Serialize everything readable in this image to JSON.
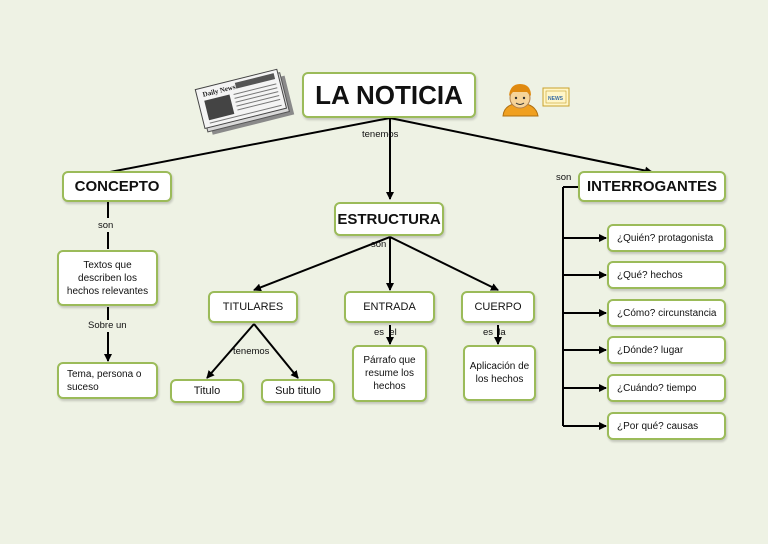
{
  "title": "LA NOTICIA",
  "newspaper_masthead": "Daily News",
  "news_sign": "NEWS",
  "branches": {
    "concepto": "CONCEPTO",
    "estructura": "ESTRUCTURA",
    "interrogantes": "INTERROGANTES"
  },
  "concepto": {
    "definition": "Textos que describen los hechos relevantes",
    "topic": "Tema, persona o suceso"
  },
  "estructura": {
    "titulares": "TITULARES",
    "entrada": "ENTRADA",
    "cuerpo": "CUERPO",
    "titulo": "Titulo",
    "subtitulo": "Sub titulo",
    "entrada_desc": "Párrafo que resume los hechos",
    "cuerpo_desc": "Aplicación de los hechos"
  },
  "interrogantes": [
    "¿Quién? protagonista",
    "¿Qué? hechos",
    "¿Cómo? circunstancia",
    "¿Dónde? lugar",
    "¿Cuándo? tiempo",
    "¿Por qué? causas"
  ],
  "links": {
    "tenemos_main": "tenemos",
    "son_concepto": "son",
    "sobre_un": "Sobre un",
    "son_estructura": "son",
    "son_interrogantes": "son",
    "tenemos_titulares": "tenemos",
    "es_el": "es  el",
    "es_la": "es  la"
  }
}
